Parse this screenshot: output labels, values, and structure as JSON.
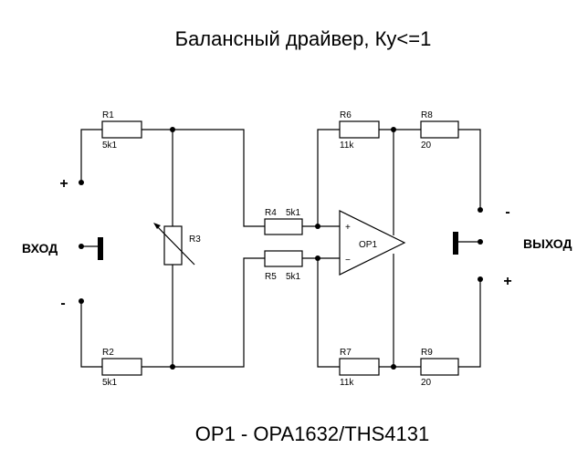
{
  "title": "Балансный драйвер, Ку<=1",
  "footer": "OP1 - OPA1632/THS4131",
  "input": {
    "label": "ВХОД",
    "plus": "+",
    "minus": "-"
  },
  "output": {
    "label": "ВЫХОД",
    "plus": "+",
    "minus": "-"
  },
  "components": {
    "R1": {
      "name": "R1",
      "value": "5k1"
    },
    "R2": {
      "name": "R2",
      "value": "5k1"
    },
    "R3": {
      "name": "R3",
      "value": ""
    },
    "R4": {
      "name": "R4",
      "value": "5k1"
    },
    "R5": {
      "name": "R5",
      "value": "5k1"
    },
    "R6": {
      "name": "R6",
      "value": "11k"
    },
    "R7": {
      "name": "R7",
      "value": "11k"
    },
    "R8": {
      "name": "R8",
      "value": "20"
    },
    "R9": {
      "name": "R9",
      "value": "20"
    },
    "OP1": {
      "name": "OP1",
      "plus_input": "+",
      "minus_input": "−"
    }
  }
}
